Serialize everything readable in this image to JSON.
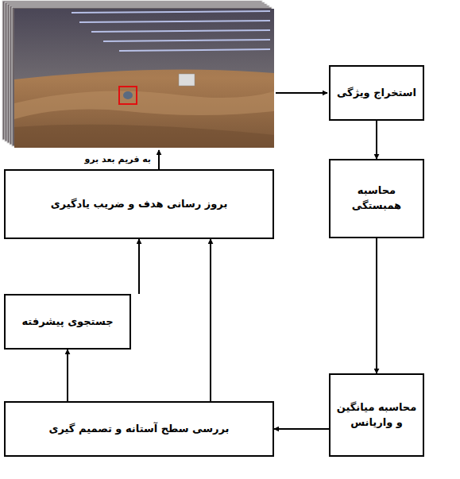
{
  "diagram": {
    "nodes": [
      {
        "text": [
          "استخراج ویژگی"
        ]
      },
      {
        "text": [
          "محاسبه همبستگی"
        ]
      },
      {
        "text": [
          "محاسبه میانگین و واریانس"
        ]
      },
      {
        "text": [
          "بررسی سطح آستانه و تصمیم گیری"
        ]
      },
      {
        "text": [
          "جستجوی پیشرفته"
        ]
      },
      {
        "text": [
          "بروز رسانی هدف و ضریب یادگیری"
        ]
      }
    ],
    "edges": [
      {
        "from": 0,
        "to": 1,
        "arrow": "to"
      },
      {
        "from": 1,
        "to": 2,
        "arrow": "to"
      },
      {
        "from": 2,
        "to": 3,
        "arrow": "to"
      },
      {
        "from": 3,
        "to": 4,
        "arrow": "to"
      },
      {
        "from": 4,
        "to": 5,
        "arrow": "to"
      },
      {
        "from": 3,
        "to": 5,
        "arrow": "to"
      }
    ],
    "labels": [
      "به فریم بعد برو"
    ]
  }
}
